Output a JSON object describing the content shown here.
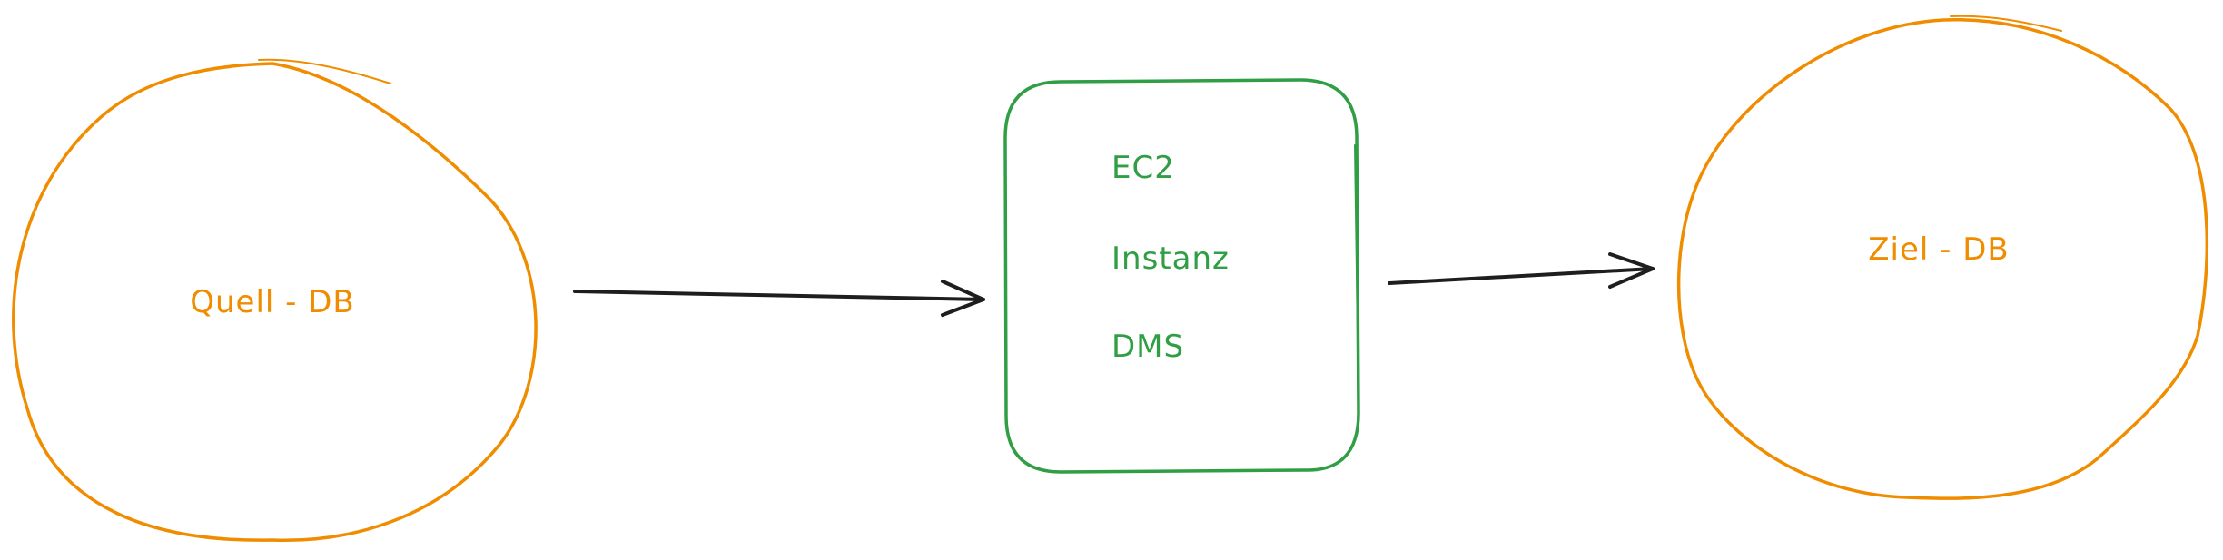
{
  "colors": {
    "source_db": "#f08c00",
    "ec2_box": "#2f9e44",
    "target_db": "#f08c00",
    "arrow": "#1e1e1e",
    "background": "#ffffff"
  },
  "nodes": {
    "source_db": {
      "label": "Quell - DB"
    },
    "ec2_instance": {
      "lines": [
        "EC2",
        "Instanz",
        "DMS"
      ]
    },
    "target_db": {
      "label": "Ziel - DB"
    }
  },
  "edges": [
    {
      "from": "Quell - DB",
      "to": "EC2 Instanz DMS"
    },
    {
      "from": "EC2 Instanz DMS",
      "to": "Ziel - DB"
    }
  ]
}
